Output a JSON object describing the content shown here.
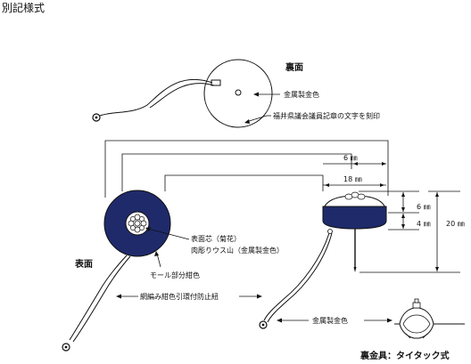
{
  "title": "別記様式",
  "back_view": {
    "heading": "裏面",
    "label_material": "金属製金色",
    "label_engraving": "福井県議会議員記章の文字を刻印"
  },
  "front_view": {
    "heading": "表面",
    "label_core_line1": "表面芯（菊花）",
    "label_core_line2": "肉彫りウス山（金属製金色）",
    "label_mall": "モール部分紺色",
    "label_cord": "網編み紺色引環付防止紐"
  },
  "side_view": {
    "dim_6mm_top": "6 ㎜",
    "dim_18mm": "18 ㎜",
    "dim_6mm_right": "6 ㎜",
    "dim_4mm": "4 ㎜",
    "dim_20mm": "20 ㎜"
  },
  "fitting": {
    "label_material": "金属製金色",
    "caption": "裏金具：タイタック式"
  },
  "colors": {
    "navy": "#1f2a6b",
    "line": "#111111"
  }
}
